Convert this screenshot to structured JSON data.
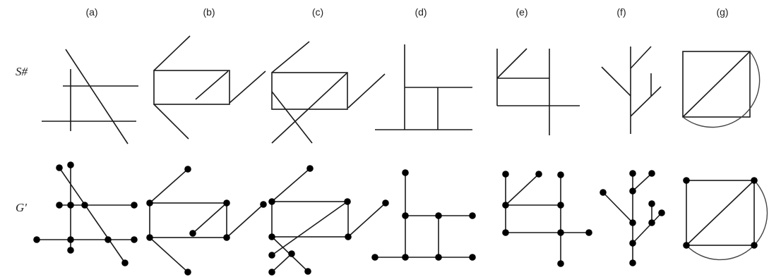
{
  "column_labels": [
    "(a)",
    "(b)",
    "(c)",
    "(d)",
    "(e)",
    "(f)",
    "(g)"
  ],
  "row_labels": {
    "top": "S#",
    "bottom": "G'"
  },
  "colors": {
    "line": "#1a1a1a",
    "node": "#000000",
    "text": "#222222"
  }
}
